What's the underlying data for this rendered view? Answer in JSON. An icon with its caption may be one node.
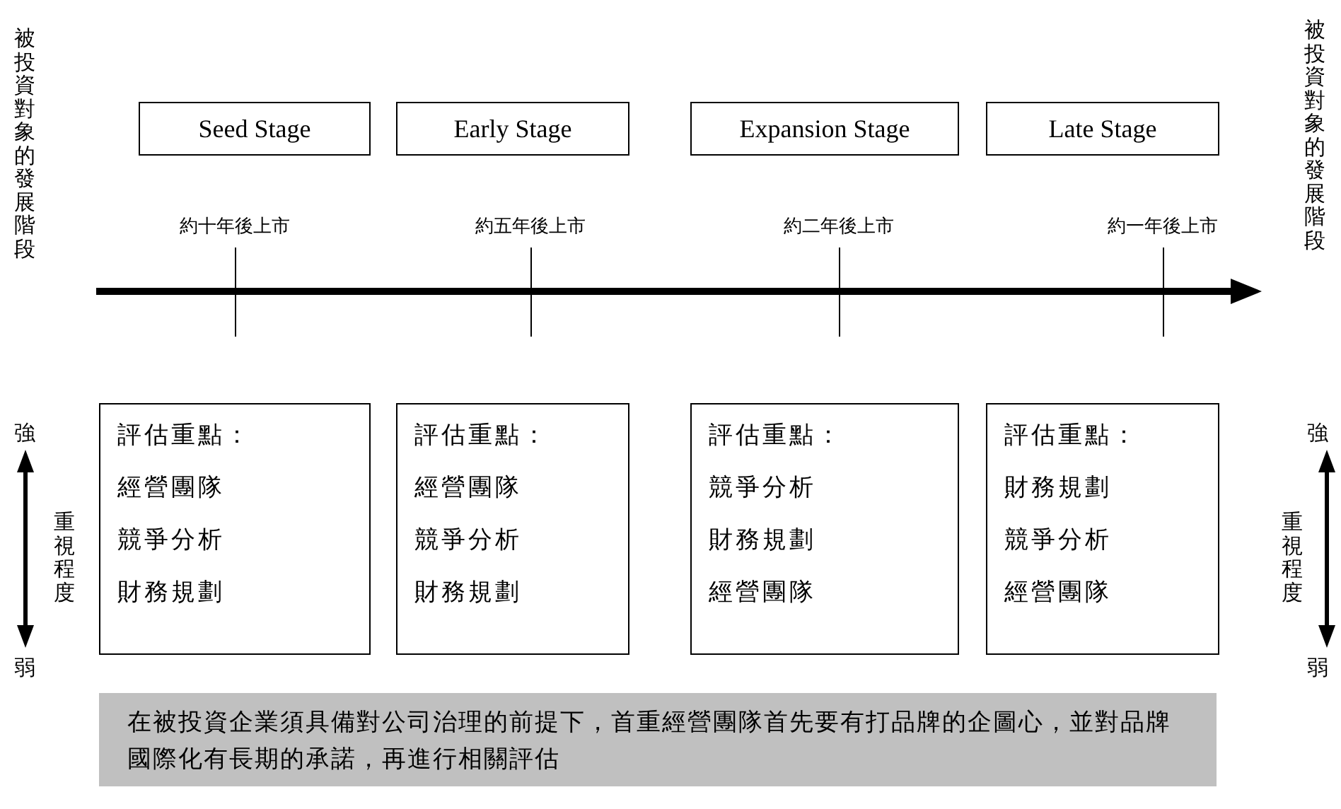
{
  "diagram": {
    "nodes": [
      {
        "text": [
          "Seed Stage"
        ]
      },
      {
        "text": [
          "Early Stage"
        ]
      },
      {
        "text": [
          "Expansion Stage"
        ]
      },
      {
        "text": [
          "Late Stage"
        ]
      },
      {
        "text": [
          "評估重點：",
          "經營團隊",
          "競爭分析",
          "財務規劃"
        ]
      },
      {
        "text": [
          "評估重點：",
          "經營團隊",
          "競爭分析",
          "財務規劃"
        ]
      },
      {
        "text": [
          "評估重點：",
          "競爭分析",
          "財務規劃",
          "經營團隊"
        ]
      },
      {
        "text": [
          "評估重點：",
          "財務規劃",
          "競爭分析",
          "經營團隊"
        ]
      },
      {
        "text": [
          "在被投資企業須具備對公司治理的前提下，首重經營團隊首先要有打品牌的企圖心，並對品牌國際化有長期的承諾，再進行相關評估"
        ]
      }
    ],
    "labels": [
      "被投資對象的發展階段",
      "被投資對象的發展階段",
      "約十年後上市",
      "約五年後上市",
      "約二年後上市",
      "約一年後上市",
      "強",
      "強",
      "重視程度",
      "重視程度",
      "弱",
      "弱"
    ]
  }
}
